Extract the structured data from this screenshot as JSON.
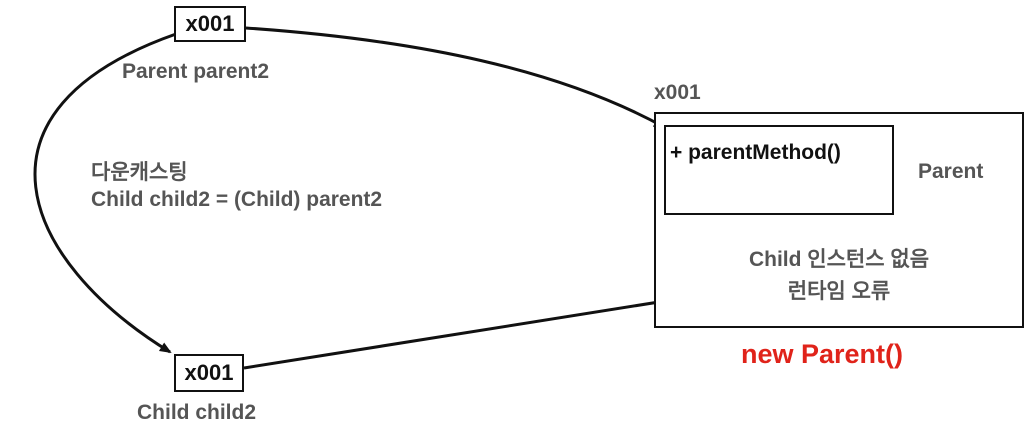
{
  "parent_ref": {
    "address": "x001",
    "var_label": "Parent parent2"
  },
  "child_ref": {
    "address": "x001",
    "var_label": "Child child2"
  },
  "downcast": {
    "title": "다운캐스팅",
    "code": "Child child2 = (Child) parent2"
  },
  "instance": {
    "address": "x001",
    "method": "+ parentMethod()",
    "class_name": "Parent",
    "missing_line1": "Child 인스턴스 없음",
    "missing_line2": "런타임 오류",
    "constructor": "new Parent()"
  },
  "colors": {
    "error": "#e0231a",
    "text": "#555555",
    "line": "#111111"
  }
}
